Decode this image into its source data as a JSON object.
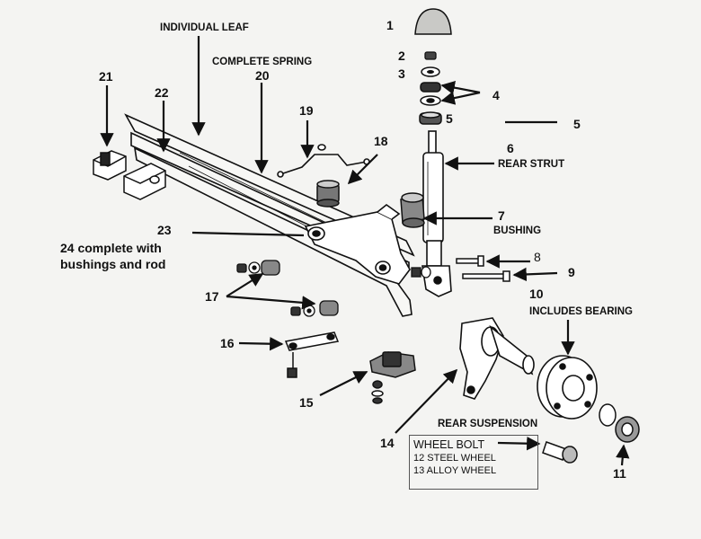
{
  "callouts": {
    "n1": "1",
    "n2": "2",
    "n3": "3",
    "n4": "4",
    "n5a": "5",
    "n5b": "5",
    "n6": "6",
    "n7": "7",
    "n8": "8",
    "n9": "9",
    "n10": "10",
    "n11": "11",
    "n14": "14",
    "n15": "15",
    "n16": "16",
    "n17": "17",
    "n18": "18",
    "n19": "19",
    "n20": "20",
    "n21": "21",
    "n22": "22",
    "n23": "23"
  },
  "captions": {
    "individual_leaf": "INDIVIDUAL LEAF",
    "complete_spring": "COMPLETE SPRING",
    "rear_strut": "REAR STRUT",
    "bushing": "BUSHING",
    "includes_bearing": "INCLUDES BEARING",
    "rear_suspension": "REAR SUSPENSION",
    "note_24": "24 complete with bushings and rod"
  },
  "wheel_bolt_box": {
    "title": "WHEEL BOLT",
    "line1": "12 STEEL WHEEL",
    "line2": "13 ALLOY WHEEL"
  }
}
